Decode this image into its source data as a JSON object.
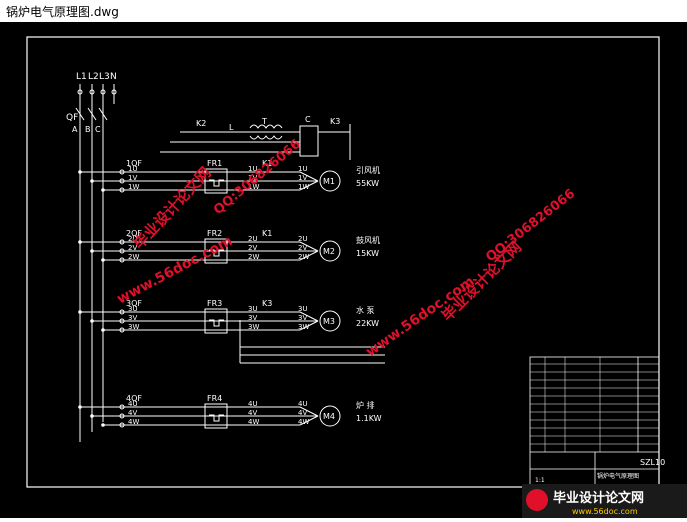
{
  "window": {
    "title": "锅炉电气原理图.dwg"
  },
  "colors": {
    "background": "#000000",
    "lines": "#ffffff",
    "watermark": "#e0102a",
    "logo_bg": "#1a1a1a"
  },
  "phases": [
    "L1",
    "L2",
    "L3",
    "N"
  ],
  "main_breaker": {
    "label": "QF",
    "poles": [
      "A",
      "B",
      "C"
    ]
  },
  "circuits": [
    {
      "breaker": "1QF",
      "terminals": [
        "1U",
        "1V",
        "1W"
      ],
      "relay": "FR1",
      "contactor": "K1",
      "motor": "M1",
      "name": "引风机",
      "power": "55KW"
    },
    {
      "breaker": "2QF",
      "terminals": [
        "2U",
        "2V",
        "2W"
      ],
      "relay": "FR2",
      "contactor": "K1",
      "motor": "M2",
      "name": "鼓风机",
      "power": "15KW"
    },
    {
      "breaker": "3QF",
      "terminals": [
        "3U",
        "3V",
        "3W"
      ],
      "relay": "FR3",
      "contactor": "K3",
      "motor": "M3",
      "name": "水  泵",
      "power": "22KW"
    },
    {
      "breaker": "4QF",
      "terminals": [
        "4U",
        "4V",
        "4W"
      ],
      "relay": "FR4",
      "contactor": "",
      "motor": "M4",
      "name": "炉  排",
      "power": "1.1KW"
    }
  ],
  "transformer": {
    "label": "T",
    "k2": "K2",
    "k3": "K3",
    "l_label": "L",
    "c_label": "C"
  },
  "watermarks": [
    "毕业设计论文网",
    "www.56doc.com",
    "QQ:306826066"
  ],
  "title_block": {
    "drawing_no": "SZL10",
    "name": "锅炉电气原理图",
    "scale": "1:1"
  },
  "logo": {
    "text": "毕业设计论文网",
    "url": "www.56doc.com"
  }
}
